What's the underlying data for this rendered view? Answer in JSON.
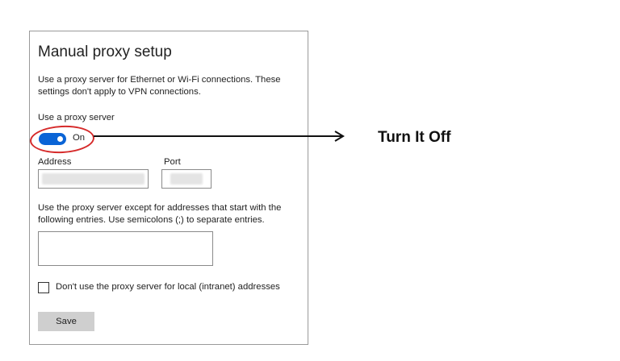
{
  "panel": {
    "title": "Manual proxy setup",
    "description": "Use a proxy server for Ethernet or Wi-Fi connections. These settings don't apply to VPN connections.",
    "use_proxy_label": "Use a proxy server",
    "toggle_state": "On",
    "address_label": "Address",
    "address_value": "",
    "port_label": "Port",
    "port_value": "",
    "exceptions_description": "Use the proxy server except for addresses that start with the following entries. Use semicolons (;) to separate entries.",
    "exceptions_value": "",
    "local_checkbox_label": "Don't use the proxy server for local (intranet) addresses",
    "local_checkbox_checked": false,
    "save_label": "Save"
  },
  "annotation": {
    "text": "Turn It Off",
    "circle_color": "#d62a2a",
    "arrow_color": "#111111"
  },
  "colors": {
    "toggle_on": "#0a64d6",
    "button_bg": "#cfcfcf"
  }
}
